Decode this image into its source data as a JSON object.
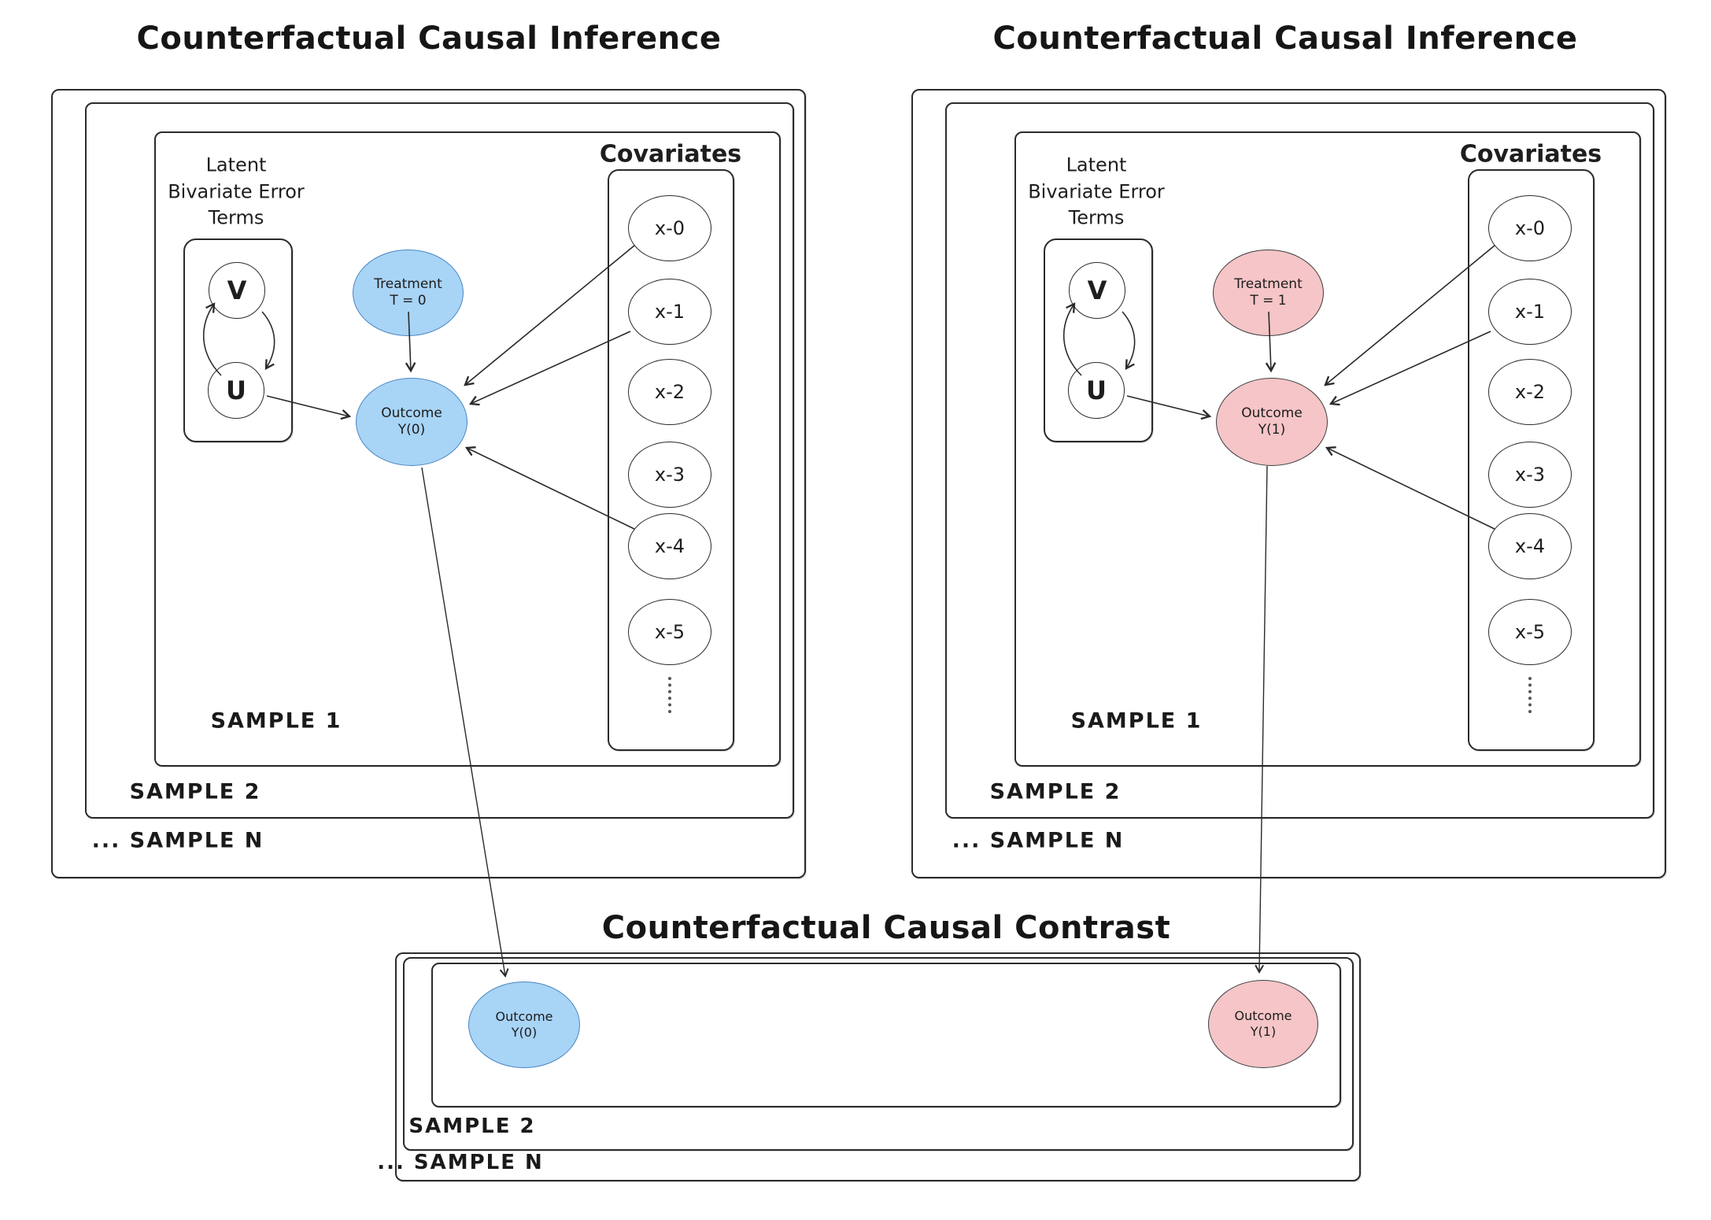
{
  "colors": {
    "background": "#ffffff",
    "ink": "#2b2b2b",
    "blue_fill": "#a8d4f6",
    "blue_stroke": "#4a86c2",
    "pink_fill": "#f5c5c7",
    "pink_stroke": "#3c3c3c"
  },
  "panels": [
    {
      "title": "Counterfactual Causal Inference",
      "latent_label": "Latent\nBivariate Error\nTerms",
      "v_label": "V",
      "u_label": "U",
      "treatment_line1": "Treatment",
      "treatment_line2": "T = 0",
      "outcome_line1": "Outcome",
      "outcome_line2": "Y(0)",
      "covariates_title": "Covariates",
      "covariates": [
        "x-0",
        "x-1",
        "x-2",
        "x-3",
        "x-4",
        "x-5"
      ],
      "ellipsis_icon": "vertical-dots",
      "sample1_label": "SAMPLE 1",
      "sample2_label": "SAMPLE 2",
      "sampleN_label": "... SAMPLE N"
    },
    {
      "title": "Counterfactual Causal Inference",
      "latent_label": "Latent\nBivariate Error\nTerms",
      "v_label": "V",
      "u_label": "U",
      "treatment_line1": "Treatment",
      "treatment_line2": "T = 1",
      "outcome_line1": "Outcome",
      "outcome_line2": "Y(1)",
      "covariates_title": "Covariates",
      "covariates": [
        "x-0",
        "x-1",
        "x-2",
        "x-3",
        "x-4",
        "x-5"
      ],
      "ellipsis_icon": "vertical-dots",
      "sample1_label": "SAMPLE 1",
      "sample2_label": "SAMPLE 2",
      "sampleN_label": "... SAMPLE N"
    }
  ],
  "contrast": {
    "title": "Counterfactual Causal Contrast",
    "outcome0_line1": "Outcome",
    "outcome0_line2": "Y(0)",
    "outcome1_line1": "Outcome",
    "outcome1_line2": "Y(1)",
    "sample2_label": "SAMPLE 2",
    "sampleN_label": "... SAMPLE N"
  }
}
